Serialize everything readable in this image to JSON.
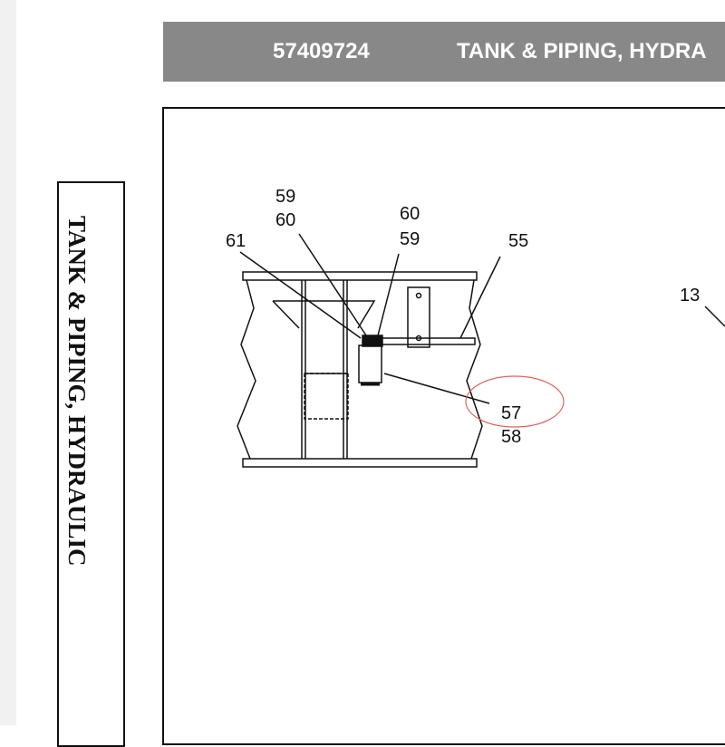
{
  "header": {
    "part_number": "57409724",
    "title": "TANK & PIPING, HYDRA"
  },
  "side_title": "TANK & PIPING, HYDRAULIC",
  "callouts": [
    "59",
    "60",
    "61",
    "60",
    "59",
    "55",
    "13",
    "57",
    "58"
  ],
  "colors": {
    "header_bg": "#888888",
    "highlight": "#e06060"
  }
}
